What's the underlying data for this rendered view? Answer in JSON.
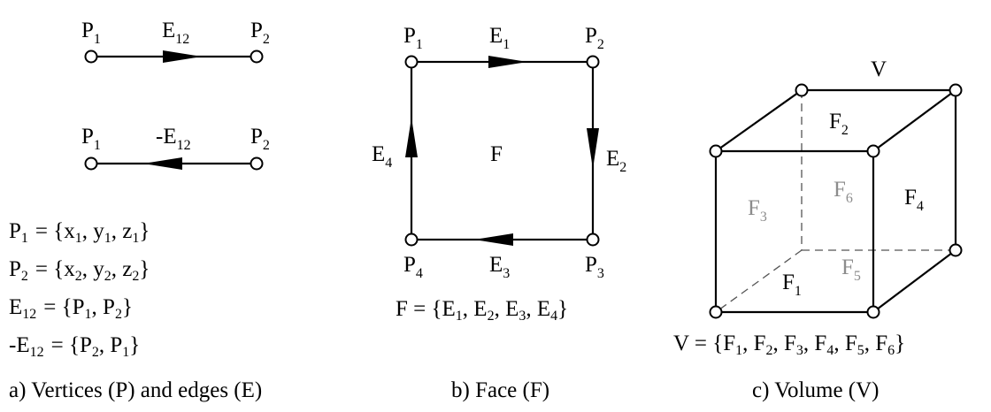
{
  "panel_a": {
    "top_edge": {
      "p_start": "P",
      "p_start_sub": "1",
      "edge": "E",
      "edge_sub": "12",
      "p_end": "P",
      "p_end_sub": "2"
    },
    "bottom_edge": {
      "p_start": "P",
      "p_start_sub": "1",
      "edge": "-E",
      "edge_sub": "12",
      "p_end": "P",
      "p_end_sub": "2"
    },
    "definitions": [
      {
        "lhs": "P",
        "lhs_sub": "1",
        "rhs": [
          [
            "= {x",
            "1"
          ],
          [
            ", y",
            "1"
          ],
          [
            ", z",
            "1"
          ],
          [
            "}",
            ""
          ]
        ]
      },
      {
        "lhs": "P",
        "lhs_sub": "2",
        "rhs": [
          [
            "= {x",
            "2"
          ],
          [
            ", y",
            "2"
          ],
          [
            ", z",
            "2"
          ],
          [
            "}",
            ""
          ]
        ]
      },
      {
        "lhs": "E",
        "lhs_sub": "12",
        "rhs": [
          [
            "= {P",
            "1"
          ],
          [
            ", P",
            "2"
          ],
          [
            "}",
            ""
          ]
        ]
      },
      {
        "lhs": "-E",
        "lhs_sub": "12",
        "rhs": [
          [
            "= {P",
            "2"
          ],
          [
            ", P",
            "1"
          ],
          [
            "}",
            ""
          ]
        ]
      }
    ],
    "caption": "a) Vertices (P) and edges (E)"
  },
  "panel_b": {
    "vertices": [
      {
        "label": "P",
        "sub": "1"
      },
      {
        "label": "P",
        "sub": "2"
      },
      {
        "label": "P",
        "sub": "3"
      },
      {
        "label": "P",
        "sub": "4"
      }
    ],
    "edges": [
      {
        "label": "E",
        "sub": "1"
      },
      {
        "label": "E",
        "sub": "2"
      },
      {
        "label": "E",
        "sub": "3"
      },
      {
        "label": "E",
        "sub": "4"
      }
    ],
    "face_label": "F",
    "definition": [
      [
        "F = {E",
        "1"
      ],
      [
        ", E",
        "2"
      ],
      [
        ", E",
        "3"
      ],
      [
        ", E",
        "4"
      ],
      [
        "}",
        ""
      ]
    ],
    "caption": "b) Face (F)"
  },
  "panel_c": {
    "volume_label": "V",
    "faces": [
      {
        "label": "F",
        "sub": "1",
        "hidden": false
      },
      {
        "label": "F",
        "sub": "2",
        "hidden": false
      },
      {
        "label": "F",
        "sub": "3",
        "hidden": true
      },
      {
        "label": "F",
        "sub": "4",
        "hidden": false
      },
      {
        "label": "F",
        "sub": "5",
        "hidden": true
      },
      {
        "label": "F",
        "sub": "6",
        "hidden": true
      }
    ],
    "definition": [
      [
        "V = {F",
        "1"
      ],
      [
        ", F",
        "2"
      ],
      [
        ", F",
        "3"
      ],
      [
        ", F",
        "4"
      ],
      [
        ", F",
        "5"
      ],
      [
        ", F",
        "6"
      ],
      [
        "}",
        ""
      ]
    ],
    "caption": "c) Volume (V)",
    "colors": {
      "visible_text": "#000000",
      "hidden_text": "#8c8c8c"
    }
  }
}
